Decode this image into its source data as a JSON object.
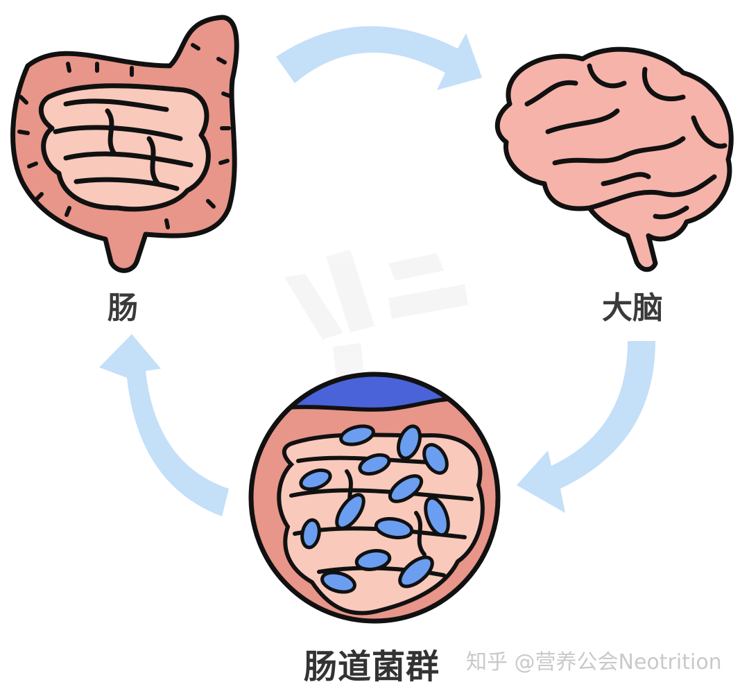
{
  "nodes": {
    "gut": {
      "label": "肠"
    },
    "brain": {
      "label": "大脑"
    },
    "microbiota": {
      "label": "肠道菌群"
    }
  },
  "watermark": {
    "text": "知乎 @营养公会Neotrition"
  },
  "colors": {
    "arrow": "#c4dff8",
    "colon": "#e8958a",
    "small_intestine": "#f9c9bb",
    "brain": "#f6b3aa",
    "bacteria": "#6b9ef0",
    "background_blue": "#4a63d8",
    "outline": "#111111"
  },
  "icons": [
    "intestine-icon",
    "brain-icon",
    "gut-bacteria-icon",
    "logo-watermark-icon"
  ]
}
